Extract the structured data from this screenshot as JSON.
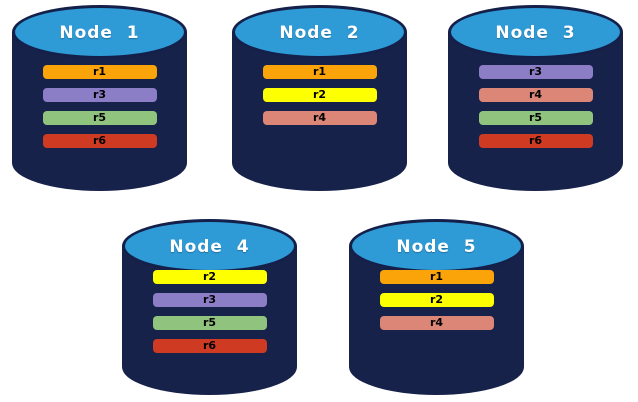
{
  "diagram": {
    "title": "database-replication-layout",
    "canvas_bg": "#ffffff",
    "colors": {
      "cylinder_body": "#17224A",
      "cylinder_top": "#2E9AD6",
      "cylinder_outline": "#14204A",
      "title_text": "#ffffff",
      "bar_text": "#000000"
    },
    "replica_colors": {
      "r1": "#FBA40A",
      "r2": "#FEFF00",
      "r3": "#8B7EC6",
      "r4": "#DB8677",
      "r5": "#90C47E",
      "r6": "#CE3B22"
    },
    "nodes": [
      {
        "label": "Node  1",
        "replicas": [
          "r1",
          "r3",
          "r5",
          "r6"
        ]
      },
      {
        "label": "Node  2",
        "replicas": [
          "r1",
          "r2",
          "r4"
        ]
      },
      {
        "label": "Node  3",
        "replicas": [
          "r3",
          "r4",
          "r5",
          "r6"
        ]
      },
      {
        "label": "Node  4",
        "replicas": [
          "r2",
          "r3",
          "r5",
          "r6"
        ]
      },
      {
        "label": "Node  5",
        "replicas": [
          "r1",
          "r2",
          "r4"
        ]
      }
    ]
  }
}
